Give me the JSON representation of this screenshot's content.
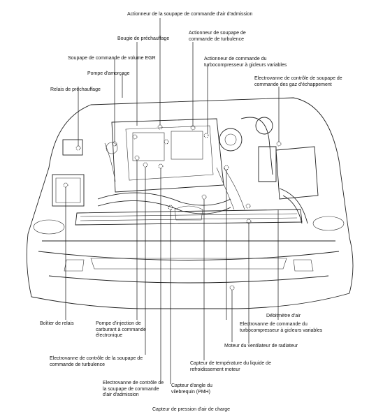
{
  "labels": {
    "intake_air_valve_actuator": "Actionneur de la soupape de commande d'air d'admission",
    "glow_plug": "Bougie de préchauffage",
    "swirl_valve_actuator": "Actionneur de soupape de\ncommande de turbulence",
    "egr_volume_valve": "Soupape de commande de volume EGR",
    "vnt_actuator": "Actionneur de commande du\nturbocompresseur à gicleurs variables",
    "priming_pump": "Pompe d'amorçage",
    "exhaust_gas_solenoid": "Electrovanne de contrôle de soupape de\ncommande des gaz d'échappement",
    "glow_relay": "Relais de préchauffage",
    "relay_box": "Boîtier de relais",
    "injection_pump": "Pompe d'injection de\ncarburant à commande\nélectronique",
    "air_flow_meter": "Débitmètre d'air",
    "vnt_solenoid": "Electrovanne de commande du\nturbocompresseur à gicleurs variables",
    "fan_motor": "Moteur du ventilateur de radiateur",
    "swirl_solenoid": "Electrovanne de contrôle de la soupape de\ncommande de turbulence",
    "coolant_temp_sensor": "Capteur de température du liquide de\nrefroidissement moteur",
    "intake_air_solenoid": "Electrovanne de contrôle de\nla soupape de commande\nd'air d'admission",
    "crank_sensor": "Capteur d'angle du\nvilebrequin (PMH)",
    "boost_sensor": "Capteur de pression d'air de charge"
  }
}
